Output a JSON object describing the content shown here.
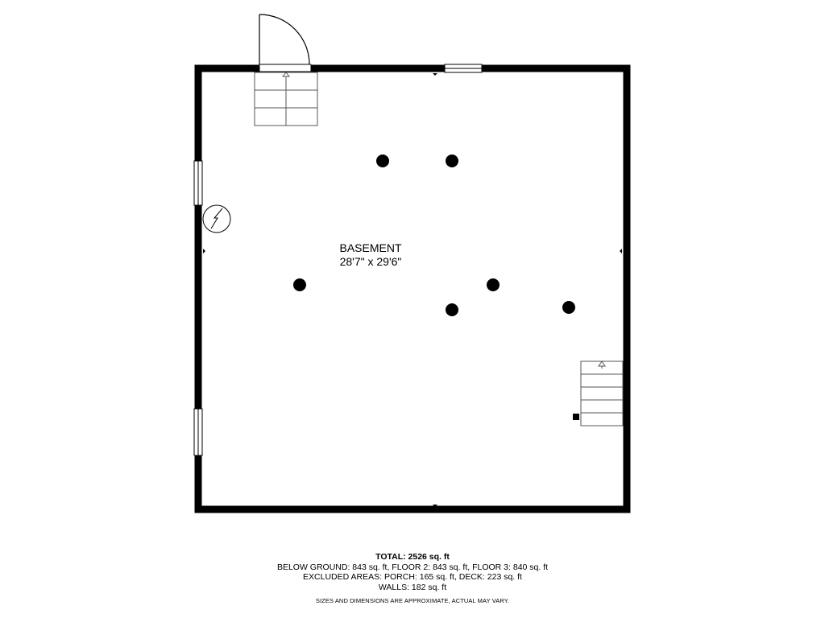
{
  "room": {
    "name": "BASEMENT",
    "dimensions": "28'7\" x 29'6\""
  },
  "summary": {
    "total": "TOTAL: 2526 sq. ft",
    "below_ground": "BELOW GROUND: 843 sq. ft, FLOOR 2: 843 sq. ft, FLOOR 3: 840 sq. ft",
    "excluded": "EXCLUDED AREAS: PORCH: 165 sq. ft, DECK: 223 sq. ft",
    "walls": "WALLS: 182 sq. ft"
  },
  "disclaimer": "SIZES AND DIMENSIONS ARE APPROXIMATE, ACTUAL MAY VARY.",
  "icons": {
    "electrical_panel": "electrical-panel-icon",
    "stairs_arrow": "stairs-up-arrow-icon"
  },
  "colors": {
    "wall": "#000000",
    "floor": "#ffffff",
    "line": "#555555"
  }
}
